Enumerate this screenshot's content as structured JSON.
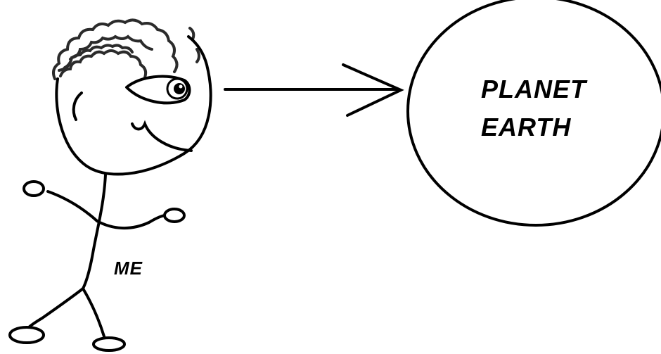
{
  "labels": {
    "me": "ME",
    "planet_line1": "PLANET",
    "planet_line2": "EARTH"
  },
  "colors": {
    "ink": "#000000",
    "hair": "#2b2b2b",
    "background": "#ffffff"
  }
}
